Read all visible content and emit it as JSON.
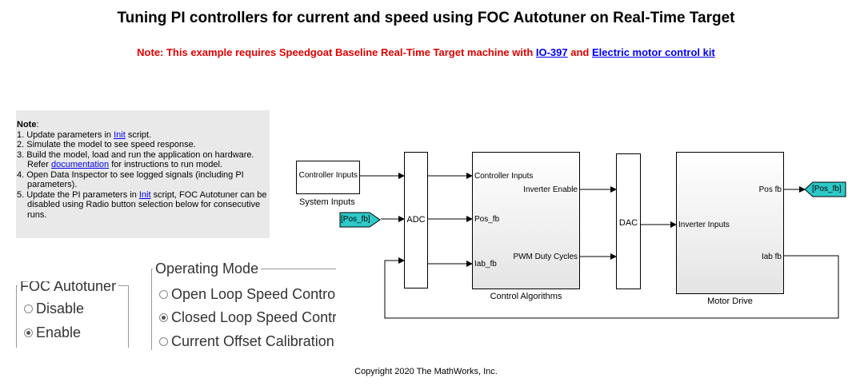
{
  "title": "Tuning PI controllers for current and speed using FOC Autotuner on Real-Time Target",
  "note": {
    "prefix": "Note: This example requires Speedgoat Baseline Real-Time Target machine with ",
    "link1": "IO-397",
    "middle": " and ",
    "link2": "Electric motor control kit"
  },
  "notebox": {
    "heading": "Note",
    "colon": ":",
    "items": [
      {
        "pre": "1. Update parameters in ",
        "link": "Init",
        "post": " script."
      },
      {
        "text": "2. Simulate the model to see speed response."
      },
      {
        "pre": "3. Build the model, load and run the application on hardware. Refer ",
        "link": "documentation",
        "post": " for instructions to run model."
      },
      {
        "text": "4. Open Data Inspector to see logged signals (including PI parameters)."
      },
      {
        "pre": "5. Update the PI parameters in ",
        "link": "Init",
        "post": " script, FOC Autotuner can be disabled using Radio button selection below for consecutive runs."
      }
    ]
  },
  "foc_autotuner": {
    "title": "FOC Autotuner",
    "options": [
      "Disable",
      "Enable"
    ],
    "selected": "Enable"
  },
  "operating_mode": {
    "title": "Operating Mode",
    "options": [
      "Open Loop Speed Contro",
      "Closed Loop Speed Contr",
      "Current Offset Calibration"
    ],
    "selected": "Closed Loop Speed Contr"
  },
  "diagram": {
    "system_inputs": {
      "label": "System Inputs",
      "port": "Controller Inputs"
    },
    "adc": "ADC",
    "pos_fb_from": "[Pos_fb]",
    "control_algorithms": {
      "label": "Control Algorithms",
      "in_ports": [
        "Controller Inputs",
        "Pos_fb",
        "Iab_fb"
      ],
      "out_ports": [
        "Inverter Enable",
        "PWM Duty Cycles"
      ]
    },
    "dac": "DAC",
    "motor_drive": {
      "label": "Motor Drive",
      "in_port": "Inverter Inputs",
      "out_ports": [
        "Pos fb",
        "Iab fb"
      ]
    },
    "pos_fb_goto": "[Pos_fb]"
  },
  "copyright": "Copyright 2020 The MathWorks, Inc."
}
